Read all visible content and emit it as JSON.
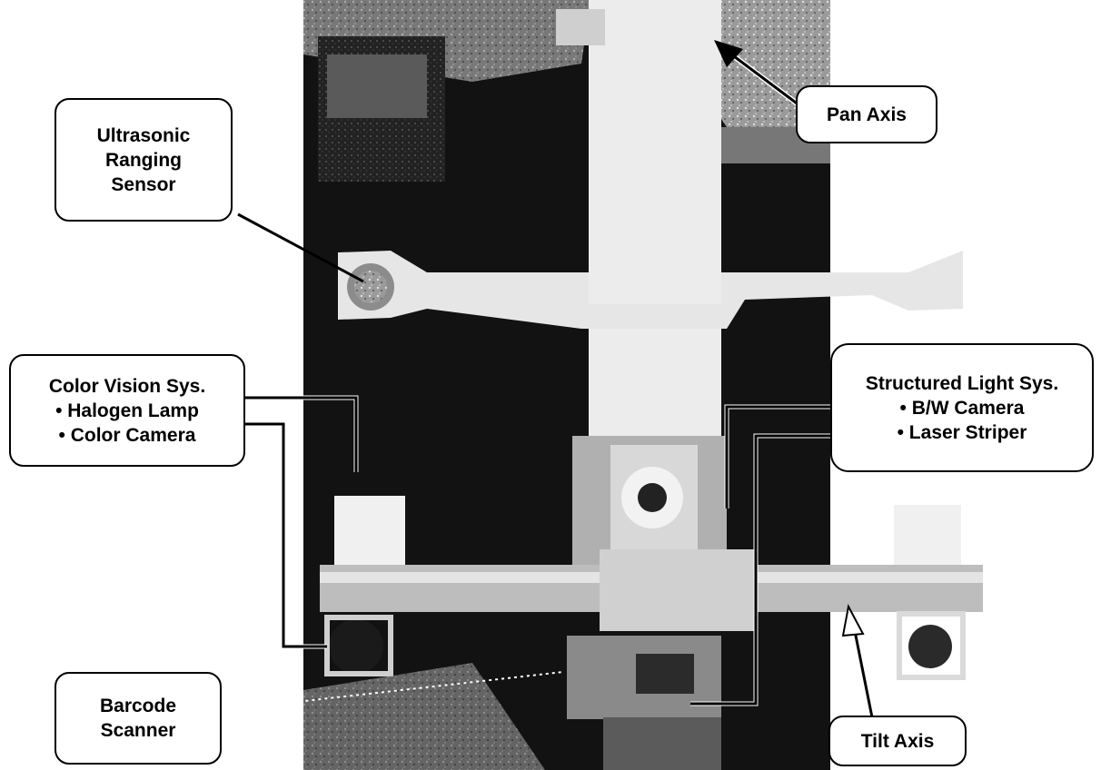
{
  "callouts": {
    "ultrasonic": {
      "lines": [
        "Ultrasonic",
        "Ranging",
        "Sensor"
      ]
    },
    "pan": {
      "lines": [
        "Pan Axis"
      ]
    },
    "color_vision": {
      "lines": [
        "Color Vision Sys.",
        "• Halogen Lamp",
        "• Color Camera"
      ]
    },
    "structured_light": {
      "lines": [
        "Structured Light Sys.",
        "• B/W Camera",
        "• Laser Striper"
      ]
    },
    "barcode": {
      "lines": [
        "Barcode",
        "Scanner"
      ]
    },
    "tilt": {
      "lines": [
        "Tilt Axis"
      ]
    }
  },
  "colors": {
    "photo_dark": "#111111",
    "photo_mid": "#3a3a3a",
    "photo_light": "#e9e9e9",
    "label_bg": "#ffffff",
    "label_border": "#000000"
  }
}
